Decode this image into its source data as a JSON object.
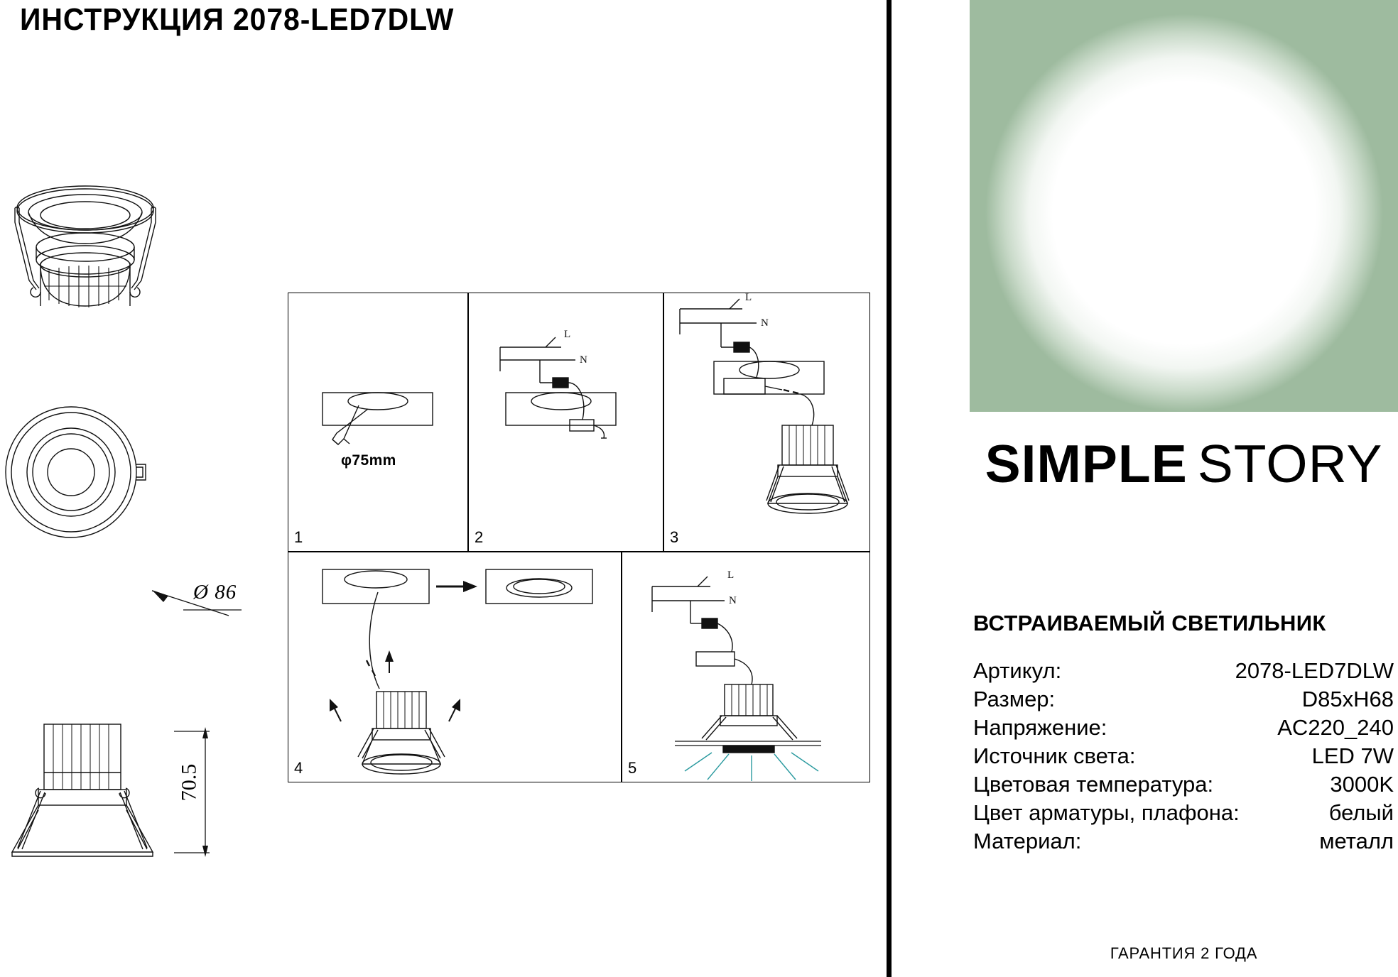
{
  "document": {
    "title": "ИНСТРУКЦИЯ 2078-LED7DLW"
  },
  "drawings": {
    "perspective_view_name": "downlight-perspective-view",
    "bottom_view_name": "downlight-bottom-view",
    "side_view_name": "downlight-side-view",
    "diameter_label": "Ø 86",
    "height_label": "70.5"
  },
  "steps": {
    "items": [
      {
        "number": "1",
        "name": "cut-ceiling-hole"
      },
      {
        "number": "2",
        "name": "connect-driver-wires"
      },
      {
        "number": "3",
        "name": "connect-driver-to-fixture"
      },
      {
        "number": "4",
        "name": "insert-fixture-into-ceiling"
      },
      {
        "number": "5",
        "name": "finished-installation"
      }
    ],
    "hole_diameter_label": "φ75mm",
    "wire_labels": {
      "live": "L",
      "neutral": "N"
    }
  },
  "brand": {
    "name_bold": "SIMPLE",
    "name_light": "STORY",
    "product_type": "ВСТРАИВАЕМЫЙ СВЕТИЛЬНИК",
    "accent_color": "#9ebb9f"
  },
  "specs": {
    "rows": [
      {
        "label": "Артикул:",
        "value": "2078-LED7DLW"
      },
      {
        "label": "Размер:",
        "value": "D85xH68"
      },
      {
        "label": "Напряжение:",
        "value": "AC220_240"
      },
      {
        "label": "Источник света:",
        "value": "LED 7W"
      },
      {
        "label": "Цветовая температура:",
        "value": "3000K"
      },
      {
        "label": "Цвет арматуры, плафона:",
        "value": "белый"
      },
      {
        "label": "Материал:",
        "value": "металл"
      }
    ]
  },
  "footer": {
    "warranty": "ГАРАНТИЯ 2 ГОДА"
  }
}
